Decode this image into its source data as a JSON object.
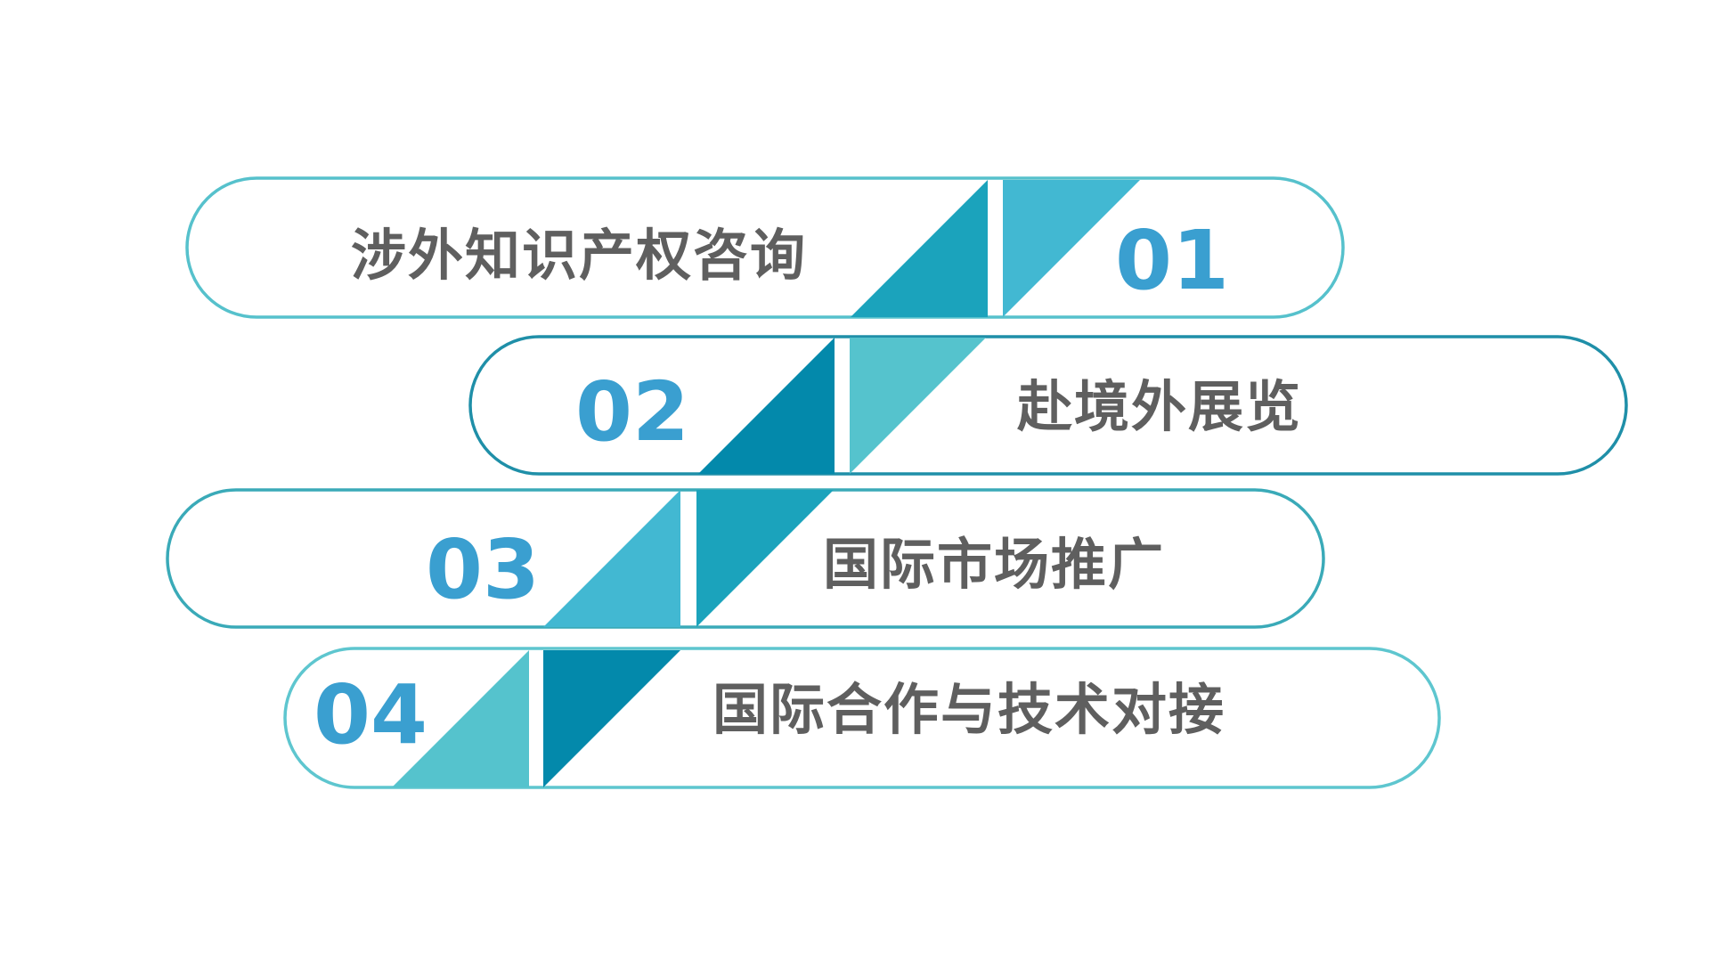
{
  "colors": {
    "num": "#3a9fd0",
    "label": "#5f5f5f",
    "pill_1": "#56c1cc",
    "pill_2": "#1f8fa8",
    "pill_3": "#3aaab8",
    "pill_4": "#5ec6cf"
  },
  "items": [
    {
      "num": "01",
      "label": "涉外知识产权咨询",
      "triangle_a_color": "#1ba3bc",
      "triangle_b_color": "#42b8d2"
    },
    {
      "num": "02",
      "label": "赴境外展览",
      "triangle_a_color": "#0389ab",
      "triangle_b_color": "#55c3cd"
    },
    {
      "num": "03",
      "label": "国际市场推广",
      "triangle_a_color": "#42b8d2",
      "triangle_b_color": "#1ba3bc"
    },
    {
      "num": "04",
      "label": "国际合作与技术对接",
      "triangle_a_color": "#55c3cd",
      "triangle_b_color": "#0389ab"
    }
  ]
}
